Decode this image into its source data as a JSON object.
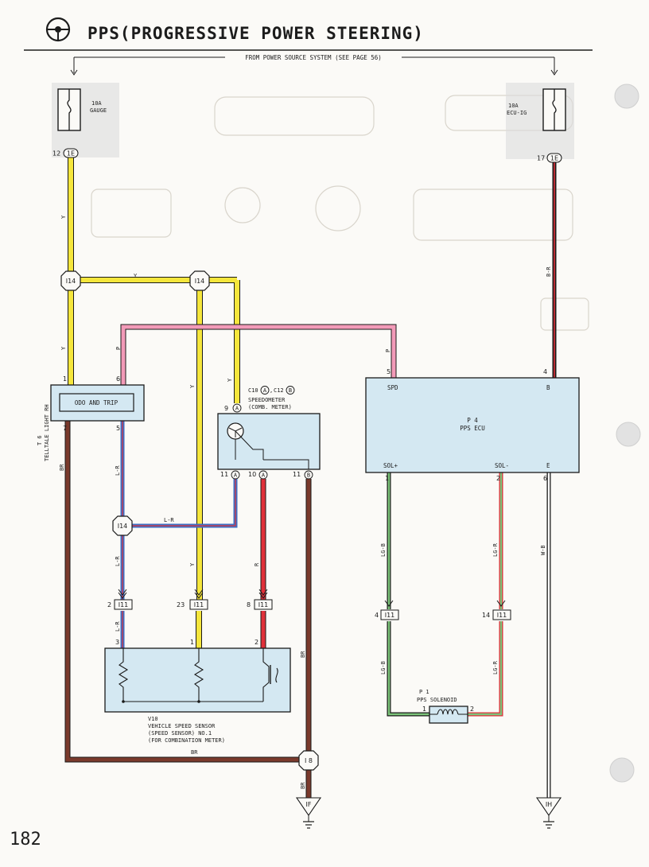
{
  "header": {
    "title": "PPS(PROGRESSIVE POWER STEERING)",
    "source": "FROM POWER SOURCE SYSTEM (SEE PAGE 56)"
  },
  "page_number": "182",
  "fuses": {
    "gauge": {
      "line1": "10A",
      "line2": "GAUGE",
      "connector": "1E",
      "pin": "12"
    },
    "ecu_ig": {
      "line1": "10A",
      "line2": "ECU-IG",
      "connector": "1E",
      "pin": "17"
    }
  },
  "junctions": {
    "i14": "I14",
    "i11": "I11",
    "i8": "I 8"
  },
  "grounds": {
    "if": "IF",
    "ih": "IH"
  },
  "telltale": {
    "ref": "T 6",
    "name": "TELLTALE LIGHT RH",
    "inner": "ODO AND TRIP",
    "pins": [
      "1",
      "6",
      "7",
      "5"
    ]
  },
  "speedometer": {
    "ref_a": "C10",
    "badge_a": "A",
    "ref_sep": ",",
    "ref_b": "C12",
    "badge_b": "B",
    "line1": "SPEEDOMETER",
    "line2": "(COMB. METER)",
    "pins": [
      "9",
      "11",
      "10",
      "11"
    ],
    "pin_badges": [
      "A",
      "A",
      "A",
      "B"
    ]
  },
  "ecu": {
    "ref": "P 4",
    "name": "PPS ECU",
    "spd": "SPD",
    "b": "B",
    "sol_plus": "SOL+",
    "sol_minus": "SOL-",
    "e": "E",
    "pins": {
      "spd": "5",
      "b": "4",
      "sol_plus": "1",
      "sol_minus": "2",
      "e": "6"
    }
  },
  "sensor": {
    "ref": "V10",
    "line1": "VEHICLE SPEED SENSOR",
    "line2": "(SPEED SENSOR) NO.1",
    "line3": "(FOR COMBINATION METER)",
    "pins_top": [
      "3",
      "1",
      "2"
    ],
    "pins_conn": [
      "2",
      "23",
      "8"
    ]
  },
  "solenoid": {
    "ref": "P 1",
    "name": "PPS SOLENOID",
    "pin1": "1",
    "pin2": "2"
  },
  "lower_conn_pins": {
    "left": "4",
    "right": "14"
  },
  "wire_labels": {
    "Y": "Y",
    "P": "P",
    "BR": "BR",
    "L_R": "L-R",
    "R": "R",
    "B_R": "B-R",
    "LG_B": "LG-B",
    "LG_R": "LG-R",
    "W_B": "W-B"
  },
  "colors": {
    "yellow": "#f5e63c",
    "pink": "#f29ab8",
    "brown": "#7a3a2c",
    "blue": "#3d6fc4",
    "red": "#e0303a",
    "light_green": "#7cc47a",
    "box_fill": "#d4e8f2"
  }
}
